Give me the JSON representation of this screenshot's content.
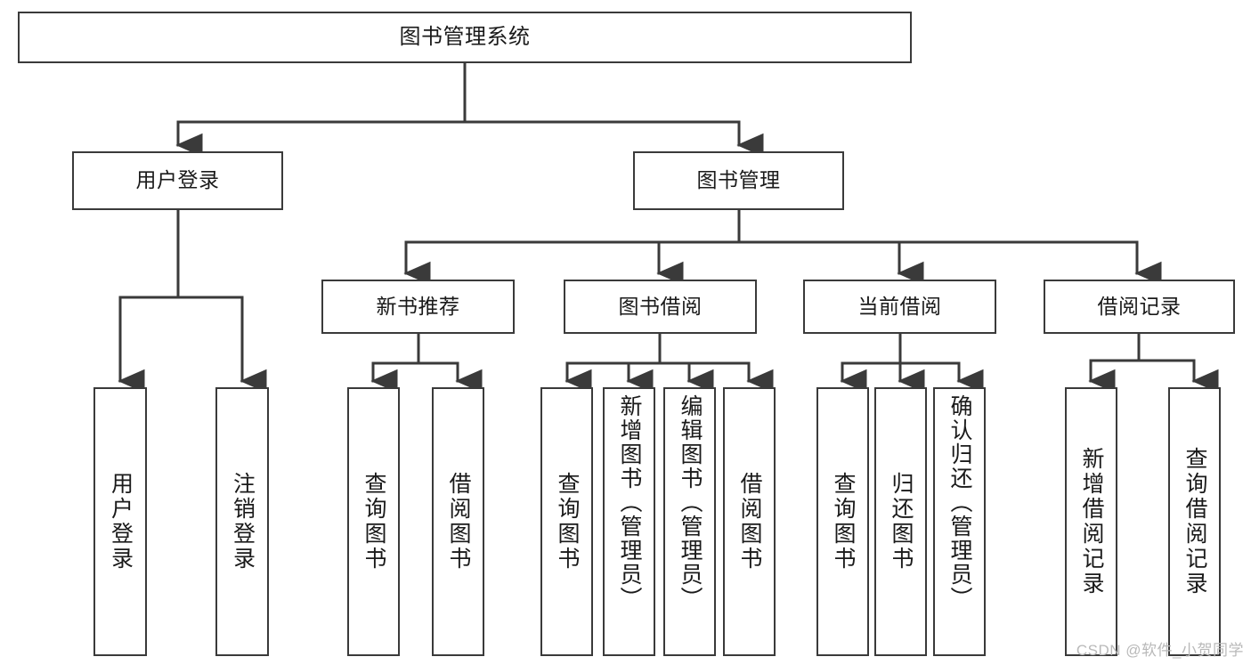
{
  "diagram": {
    "title": "图书管理系统",
    "type": "tree-hierarchy",
    "watermark": "CSDN @软件_小贺同学",
    "colors": {
      "box_border": "#3a3a3a",
      "box_fill": "#ffffff",
      "connector": "#3a3a3a",
      "text": "#1a1a1a",
      "watermark": "#b9b9b9"
    },
    "root": {
      "label": "图书管理系统"
    },
    "level2": [
      {
        "label": "用户登录"
      },
      {
        "label": "图书管理"
      }
    ],
    "level3": [
      {
        "label": "新书推荐"
      },
      {
        "label": "图书借阅"
      },
      {
        "label": "当前借阅"
      },
      {
        "label": "借阅记录"
      }
    ],
    "leaves_user_login": [
      {
        "label": "用户登录"
      },
      {
        "label": "注销登录"
      }
    ],
    "leaves_new_book": [
      {
        "label": "查询图书"
      },
      {
        "label": "借阅图书"
      }
    ],
    "leaves_borrow": [
      {
        "label": "查询图书"
      },
      {
        "label": "新增图书（管理员）"
      },
      {
        "label": "编辑图书（管理员）"
      },
      {
        "label": "借阅图书"
      }
    ],
    "leaves_current": [
      {
        "label": "查询图书"
      },
      {
        "label": "归还图书"
      },
      {
        "label": "确认归还（管理员）"
      }
    ],
    "leaves_record": [
      {
        "label": "新增借阅记录"
      },
      {
        "label": "查询借阅记录"
      }
    ]
  }
}
